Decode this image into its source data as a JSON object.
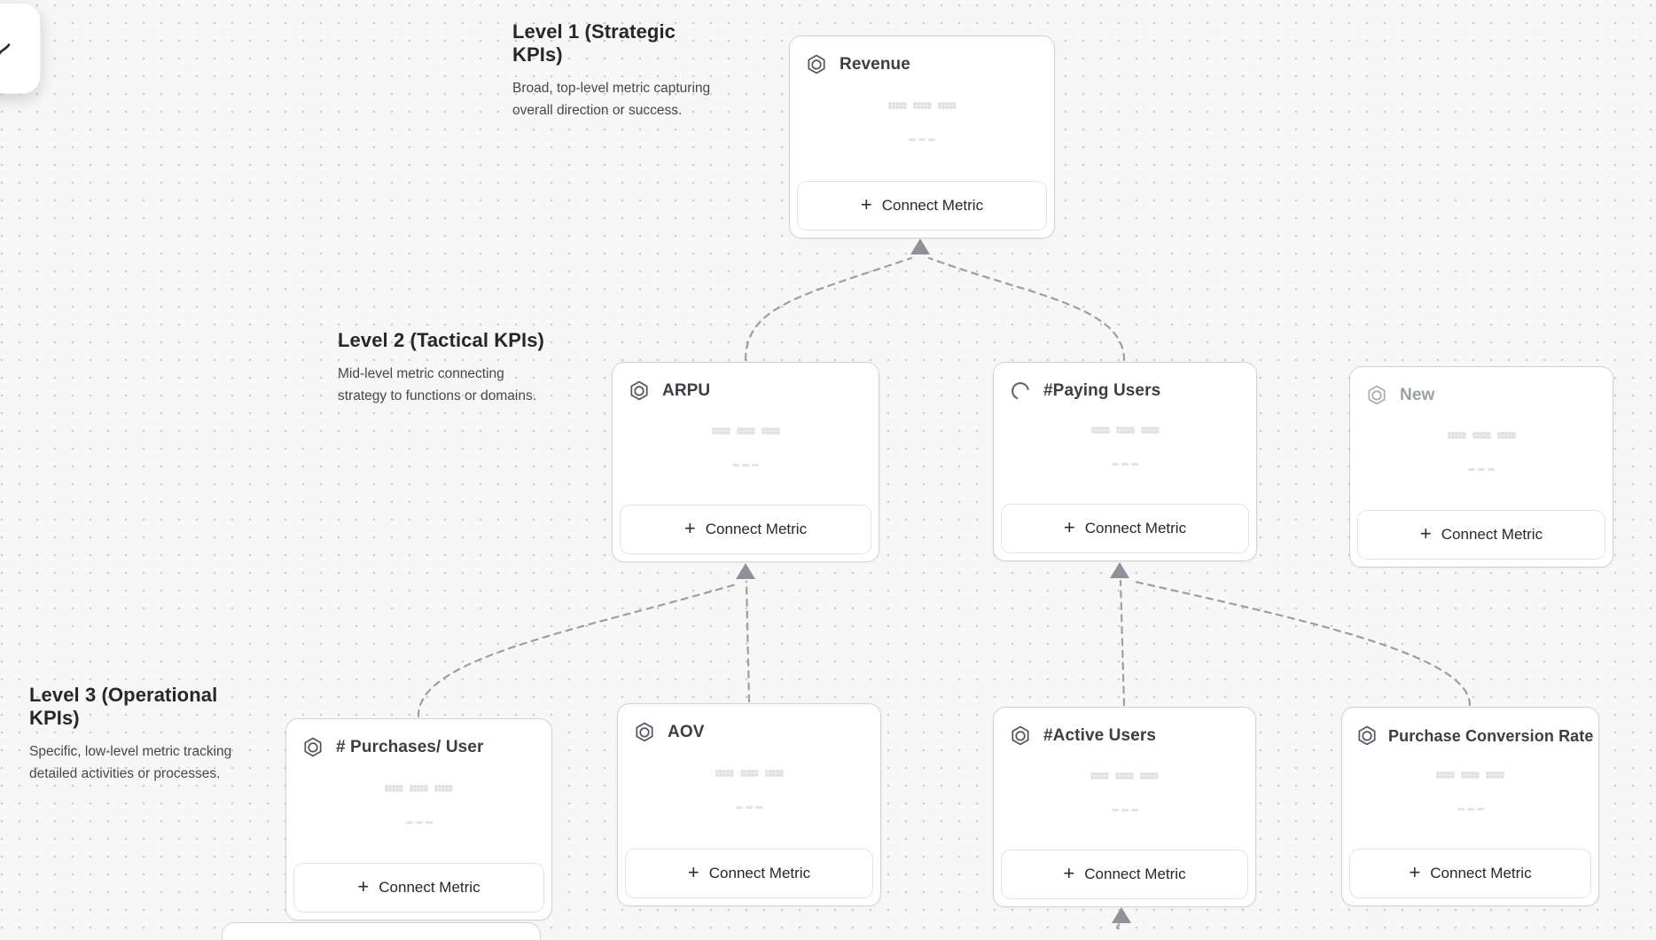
{
  "canvas": {
    "background_color": "#f7f7f8",
    "dot_color": "#c7c7c9",
    "connector_color": "#9b9ea4",
    "arrow_color": "#8e9197"
  },
  "ui": {
    "connect_metric_label": "Connect Metric",
    "plus_glyph": "+"
  },
  "levels": [
    {
      "title": "Level 1 (Strategic KPIs)",
      "description_lines": [
        "Broad, top-level metric capturing",
        "overall direction or success."
      ]
    },
    {
      "title": "Level 2 (Tactical KPIs)",
      "description_lines": [
        "Mid-level metric connecting",
        "strategy to functions or domains."
      ]
    },
    {
      "title": "Level 3 (Operational KPIs)",
      "description_lines": [
        "Specific, low-level metric tracking",
        "detailed activities or processes."
      ]
    }
  ],
  "cards": [
    {
      "title": "Revenue",
      "level": 1,
      "icon": "hexagon-metric-icon",
      "state": "default"
    },
    {
      "title": "ARPU",
      "level": 2,
      "icon": "hexagon-metric-icon",
      "state": "default"
    },
    {
      "title": "#Paying Users",
      "level": 2,
      "icon": "loading-spinner-icon",
      "state": "loading"
    },
    {
      "title": "New",
      "level": 2,
      "icon": "hexagon-metric-icon",
      "state": "draft"
    },
    {
      "title": "# Purchases/ User",
      "level": 3,
      "icon": "hexagon-metric-icon",
      "state": "default"
    },
    {
      "title": "AOV",
      "level": 3,
      "icon": "hexagon-metric-icon",
      "state": "default"
    },
    {
      "title": "#Active Users",
      "level": 3,
      "icon": "hexagon-metric-icon",
      "state": "default"
    },
    {
      "title": "Purchase Conversion Rate",
      "level": 3,
      "icon": "hexagon-metric-icon",
      "state": "default"
    }
  ],
  "connectors": [
    {
      "from": "ARPU",
      "to": "Revenue"
    },
    {
      "from": "#Paying Users",
      "to": "Revenue"
    },
    {
      "from": "# Purchases/ User",
      "to": "ARPU"
    },
    {
      "from": "AOV",
      "to": "ARPU"
    },
    {
      "from": "#Active Users",
      "to": "#Paying Users"
    },
    {
      "from": "Purchase Conversion Rate",
      "to": "#Paying Users"
    },
    {
      "from": null,
      "to": "#Active Users"
    }
  ]
}
